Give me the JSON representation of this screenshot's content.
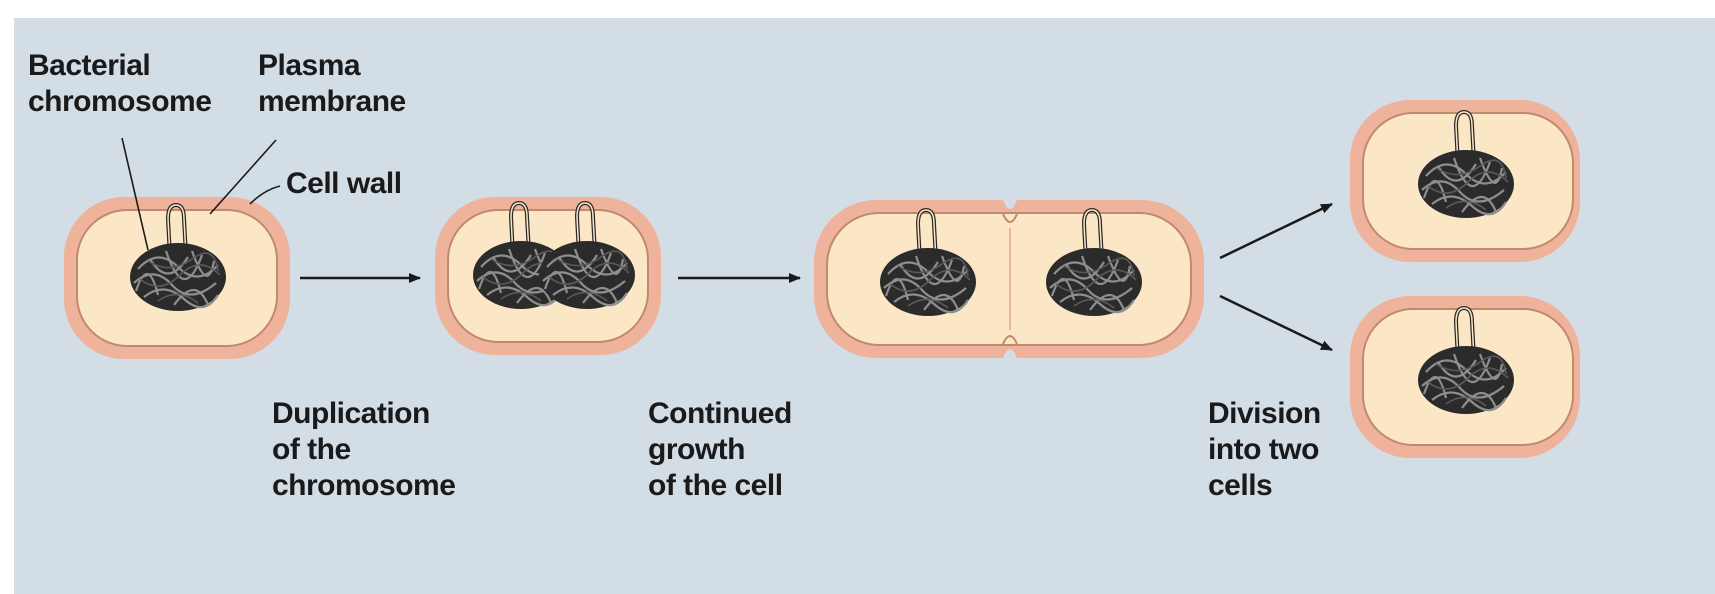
{
  "labels": {
    "bacterial_chromosome": [
      "Bacterial",
      "chromosome"
    ],
    "plasma_membrane": [
      "Plasma",
      "membrane"
    ],
    "cell_wall": "Cell wall",
    "duplication": [
      "Duplication",
      "of the",
      "chromosome"
    ],
    "growth": [
      "Continued",
      "growth",
      "of the cell"
    ],
    "division": [
      "Division",
      "into two",
      "cells"
    ]
  },
  "colors": {
    "background": "#d3dde6",
    "cell_wall": "#efb39b",
    "cytoplasm": "#fbe7c6",
    "membrane_line": "#c08a6c",
    "chromosome": "#2b2b2b"
  },
  "icons": [
    "chromosome-icon",
    "arrow-right-icon"
  ]
}
